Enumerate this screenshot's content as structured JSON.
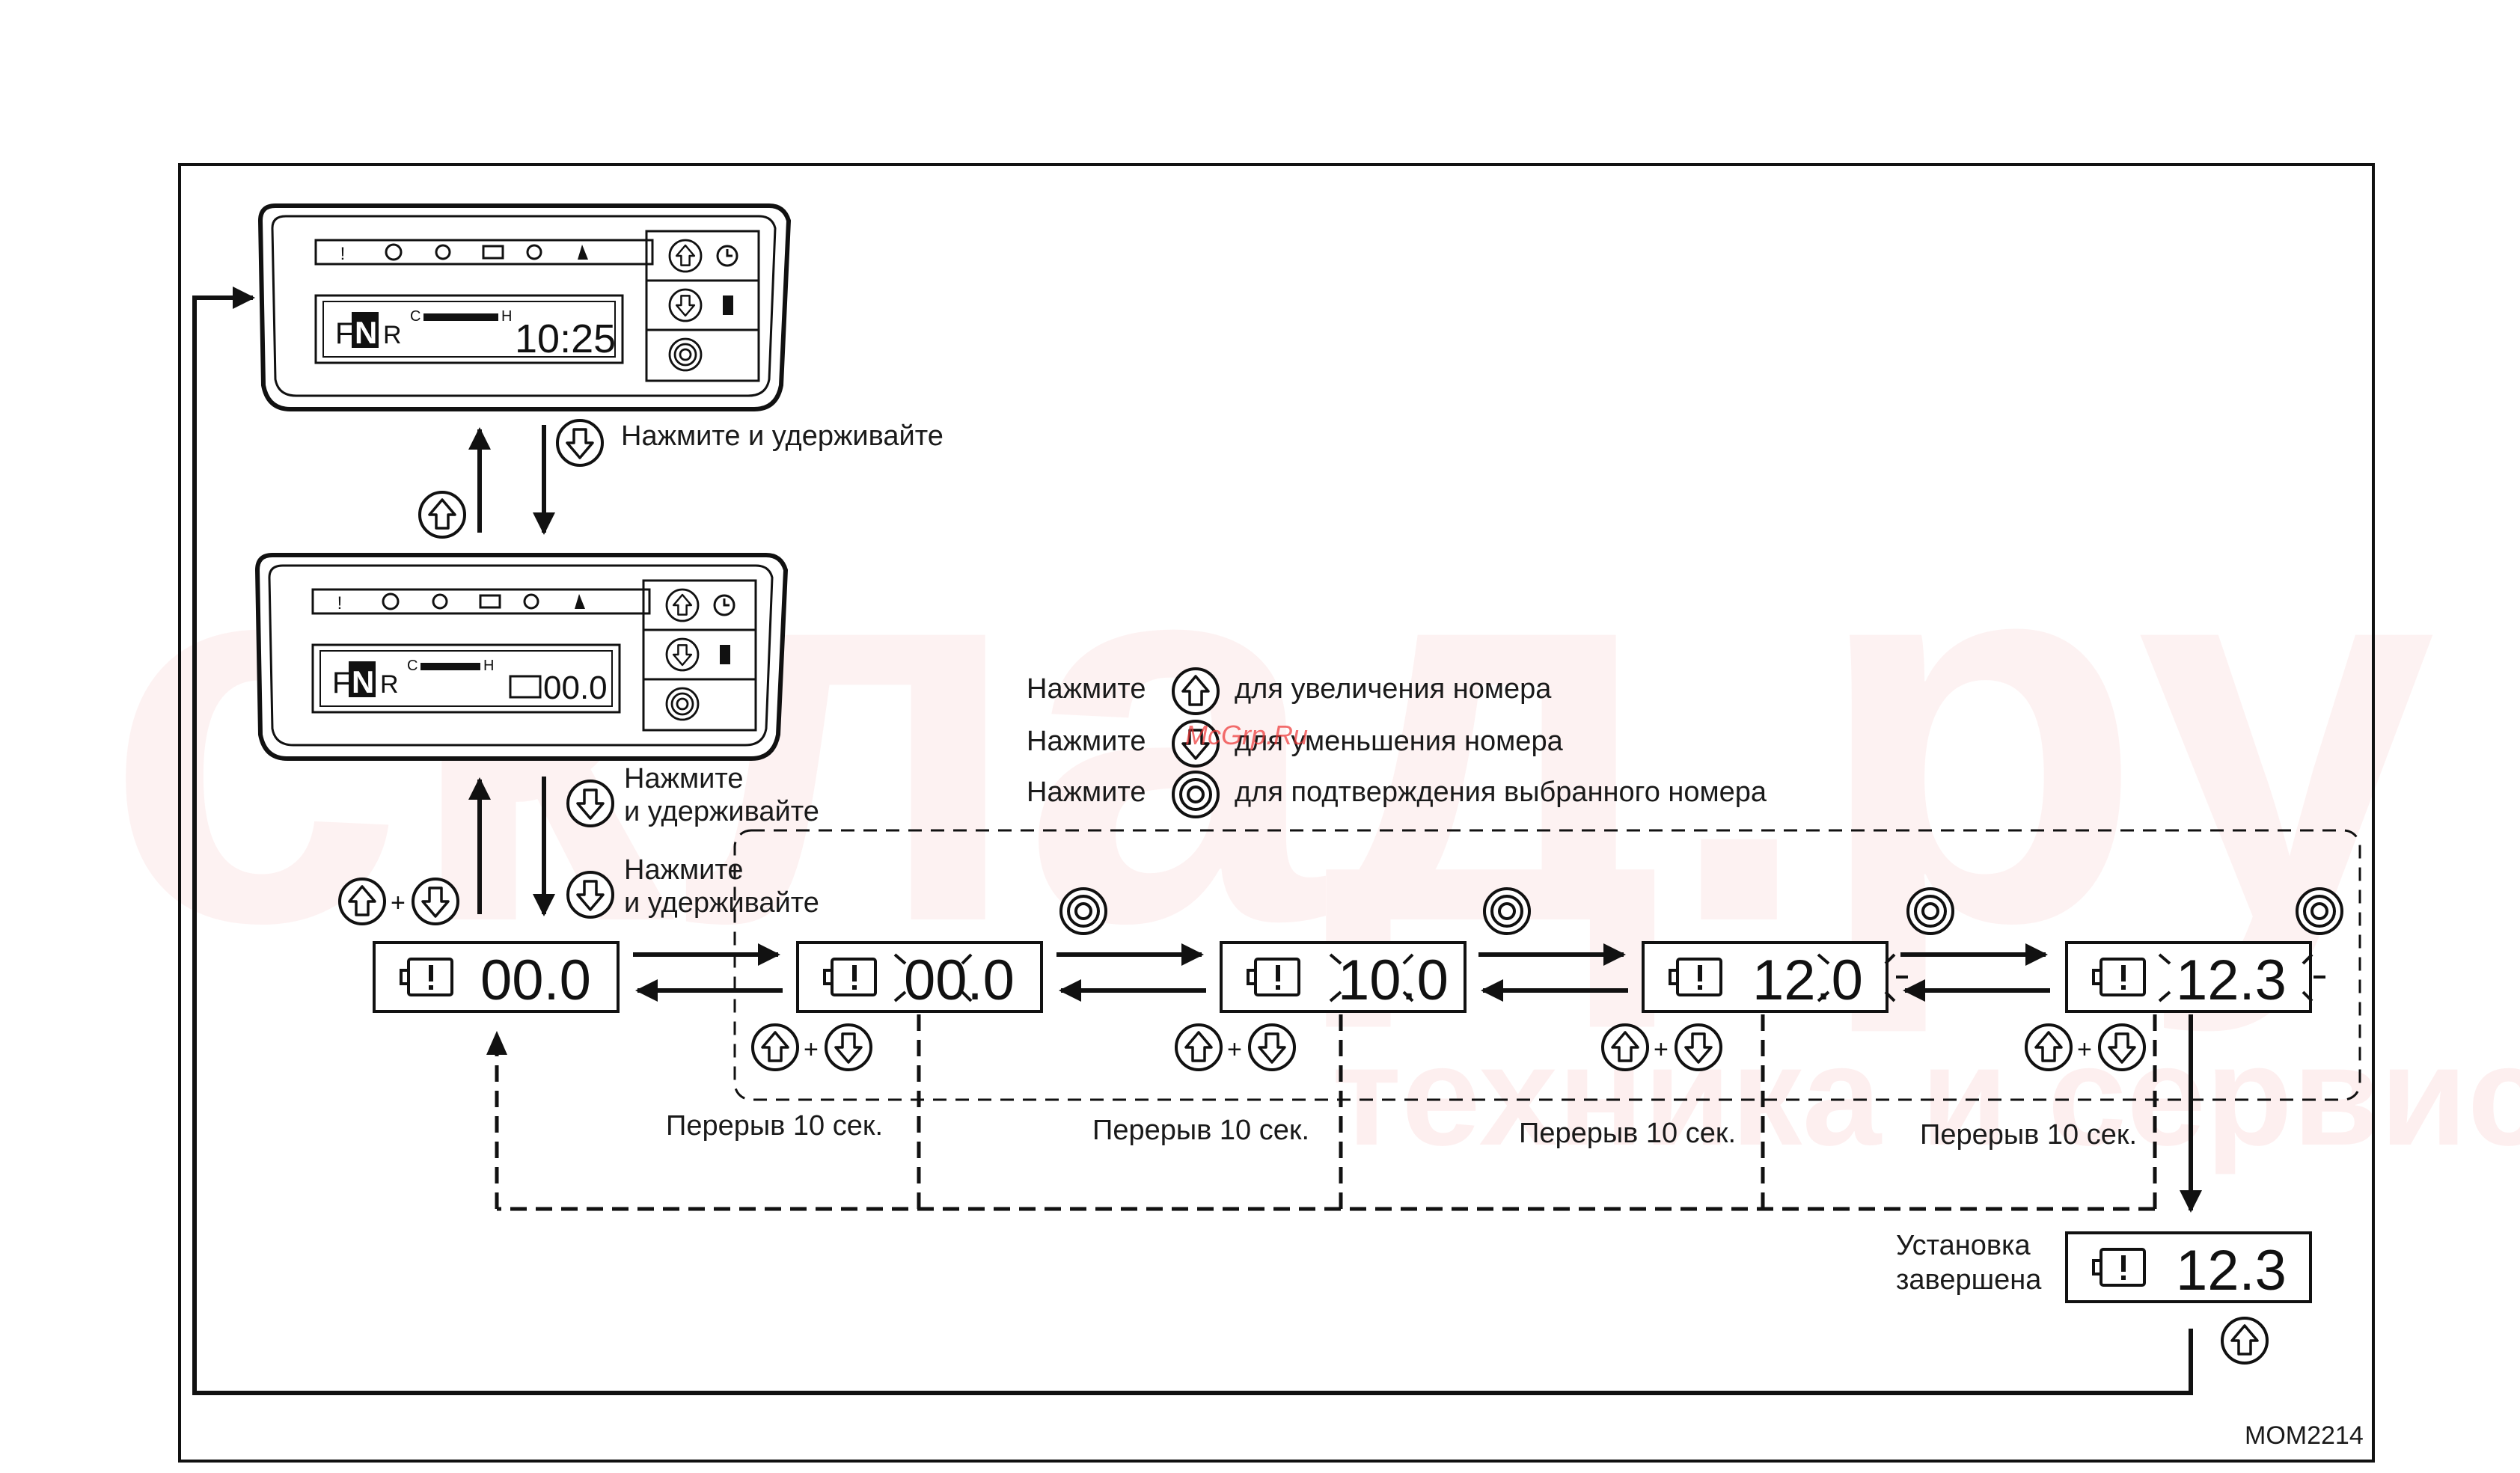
{
  "watermark": {
    "brand": "склад.ру",
    "tagline": "техника и сервис",
    "site": "McGrp.Ru"
  },
  "panel1": {
    "warning_icons": [
      "!",
      "engine",
      "fan",
      "battery",
      "brake",
      "seat"
    ],
    "gear": [
      "F",
      "N",
      "R"
    ],
    "gauge_c": "C",
    "gauge_h": "H",
    "display": "10:25"
  },
  "panel2": {
    "warning_icons": [
      "!",
      "engine",
      "fan",
      "battery",
      "brake",
      "seat"
    ],
    "gear": [
      "F",
      "N",
      "R"
    ],
    "gauge_c": "C",
    "gauge_h": "H",
    "display": "00.0"
  },
  "labels": {
    "press_hold_1": "Нажмите и удерживайте",
    "press_2a": "Нажмите",
    "press_2b": "и удерживайте",
    "press_3a": "Нажмите",
    "press_3b": "и удерживайте"
  },
  "legend": [
    {
      "prefix": "Нажмите",
      "icon": "up-arrow-button",
      "text": "для увеличения номера"
    },
    {
      "prefix": "Нажмите",
      "icon": "down-arrow-button",
      "text": "для уменьшения номера"
    },
    {
      "prefix": "Нажмите",
      "icon": "confirm-button",
      "text": "для подтверждения выбранного номера"
    }
  ],
  "displays": [
    "00.0",
    "00.0",
    "10.0",
    "12.0",
    "12.3"
  ],
  "final_display": "12.3",
  "pause_label": "Перерыв 10 сек.",
  "plus": "+",
  "complete_label": {
    "line1": "Установка",
    "line2": "завершена"
  },
  "figure_code": "MOM2214",
  "icon_colors": {
    "stroke": "#111111",
    "watermark": "#e33333"
  }
}
